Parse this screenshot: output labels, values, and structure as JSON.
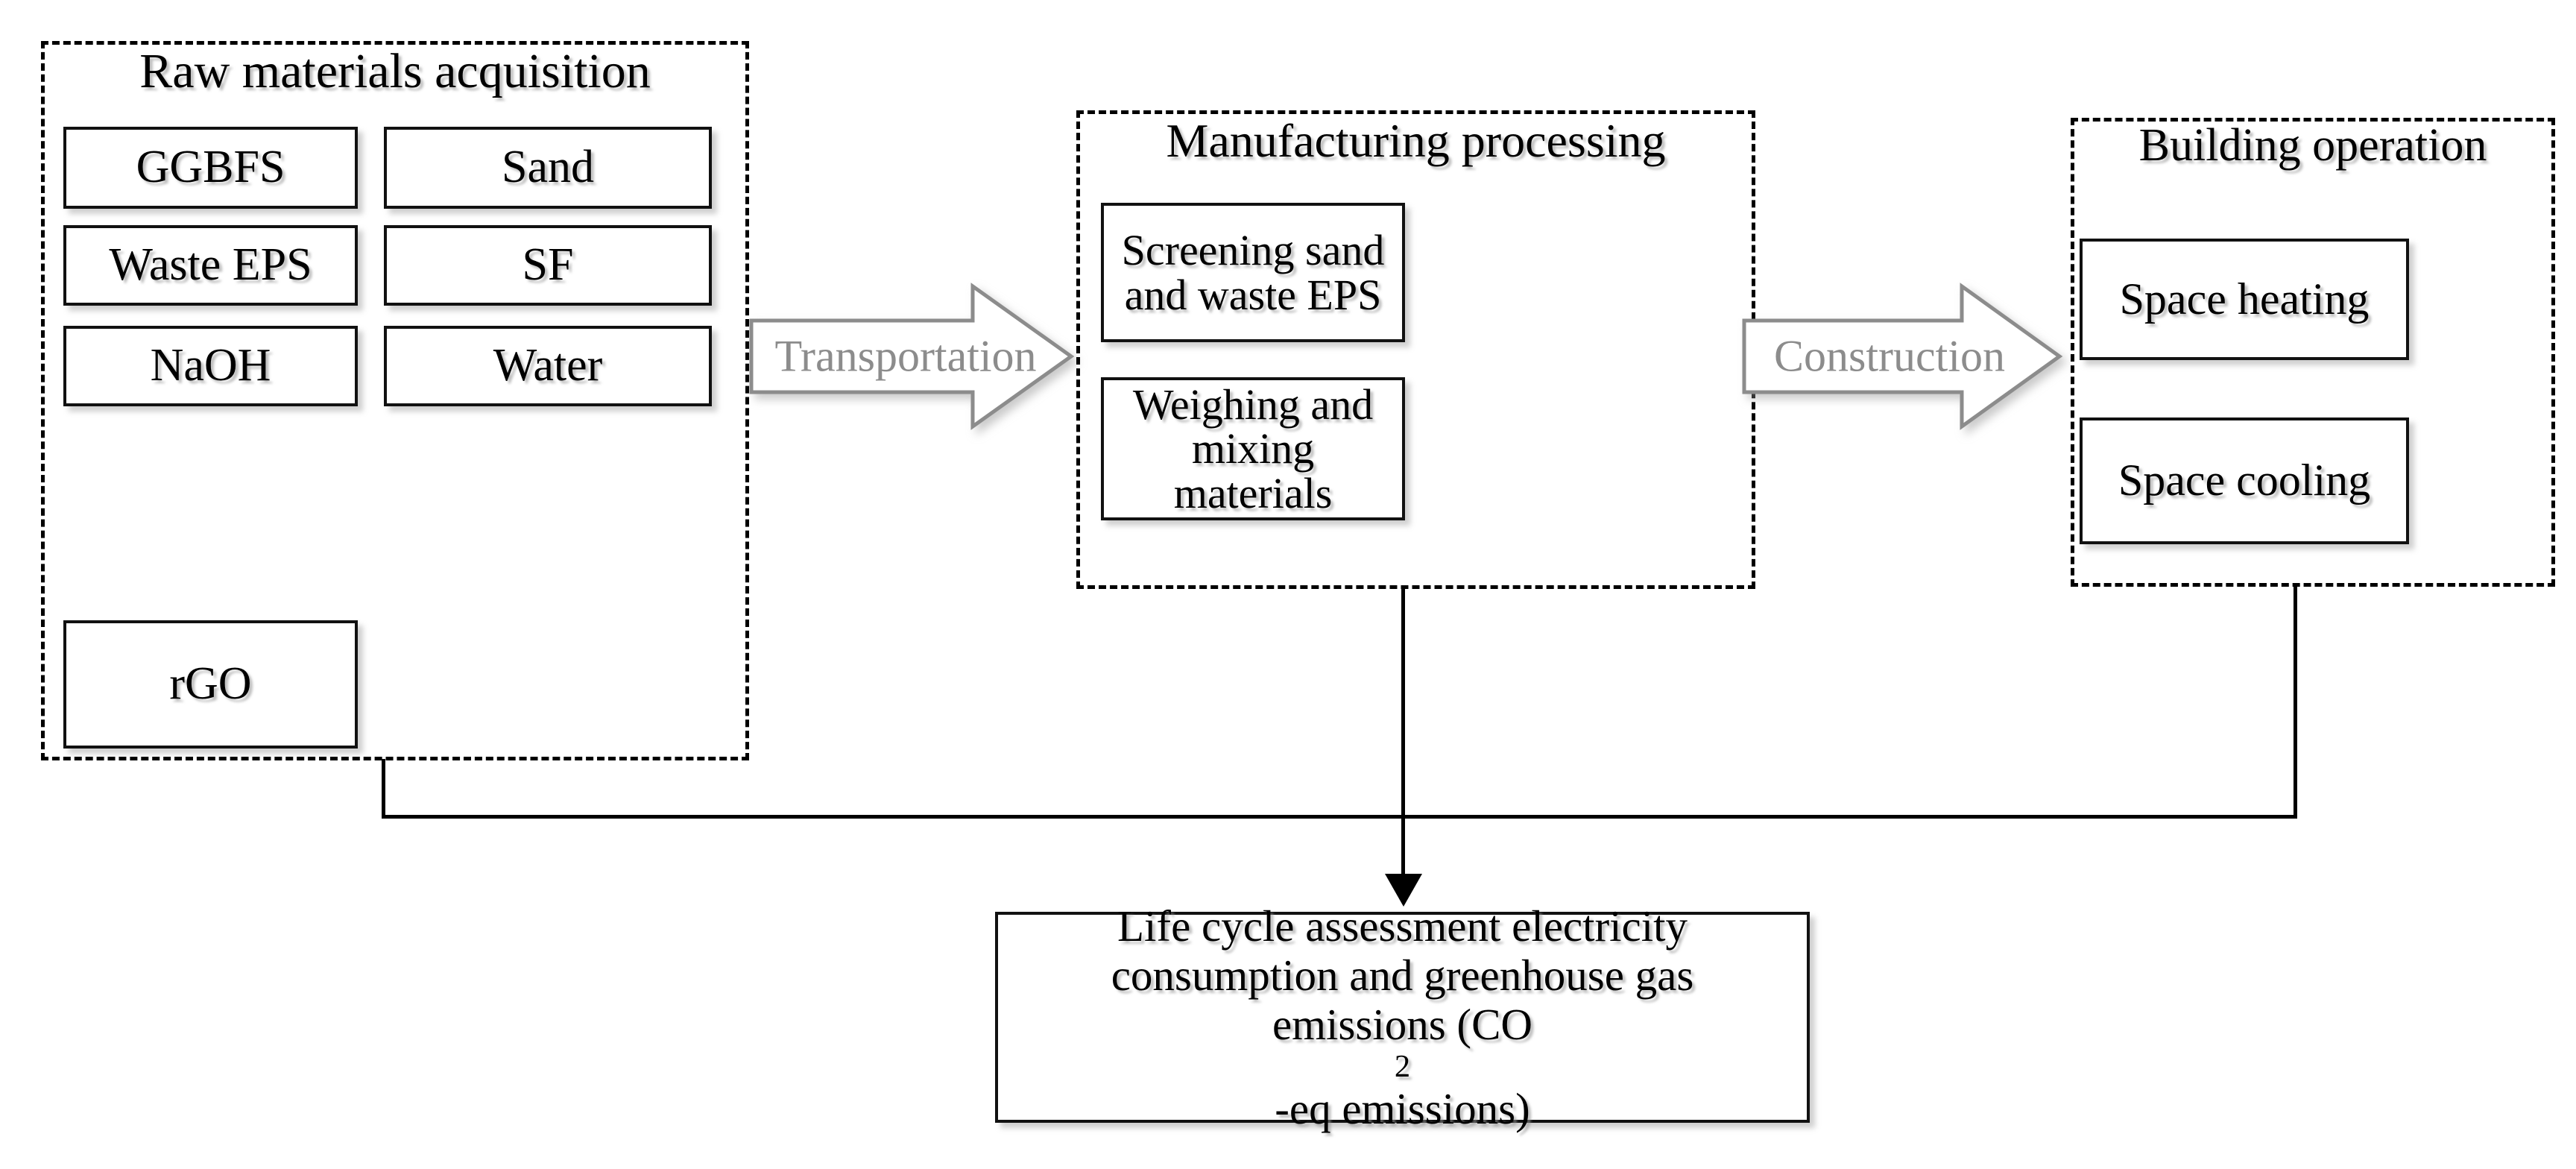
{
  "diagram": {
    "title_hidden": "",
    "groups": [
      {
        "id": "raw-materials",
        "label": "Raw materials acquisition",
        "items": [
          "GGBFS",
          "Sand",
          "Waste EPS",
          "SF",
          "NaOH",
          "Water",
          "rGO"
        ]
      },
      {
        "id": "manufacturing",
        "label": "Manufacturing processing",
        "items": [
          "Screening  sand and waste EPS",
          "Weighing and mixing materials"
        ]
      },
      {
        "id": "building-operation",
        "label": "Building operation",
        "items": [
          "Space heating",
          "Space cooling"
        ]
      }
    ],
    "arrows": [
      {
        "id": "transportation",
        "label": "Transportation",
        "color": "#8c8c8c"
      },
      {
        "id": "construction",
        "label": "Construction",
        "color": "#8c8c8c"
      }
    ],
    "outcome": {
      "id": "lca-result",
      "line1": "Life cycle assessment electricity",
      "line2": "consumption and greenhouse gas",
      "line3_prefix": "emissions  (CO",
      "line3_sub": "2",
      "line3_suffix": " -eq emissions)"
    },
    "colors": {
      "stroke": "#000000",
      "arrow_stroke": "#8c8c8c",
      "background": "#ffffff",
      "box_fill": "#ffffff"
    }
  }
}
